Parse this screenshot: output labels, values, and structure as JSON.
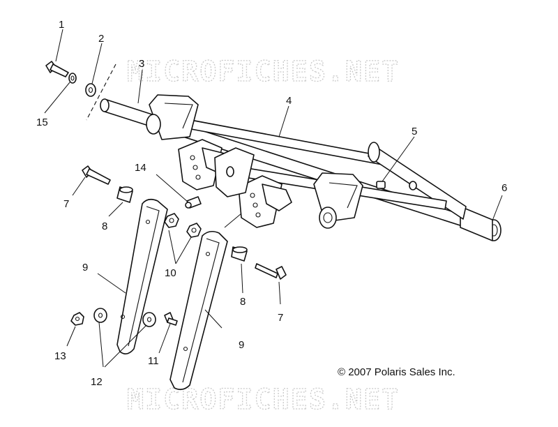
{
  "watermark": "MICROFICHES.NET",
  "copyright": "© 2007 Polaris Sales Inc.",
  "callouts": [
    "1",
    "2",
    "3",
    "4",
    "5",
    "6",
    "7",
    "7",
    "8",
    "8",
    "9",
    "9",
    "10",
    "11",
    "12",
    "13",
    "14",
    "15"
  ]
}
